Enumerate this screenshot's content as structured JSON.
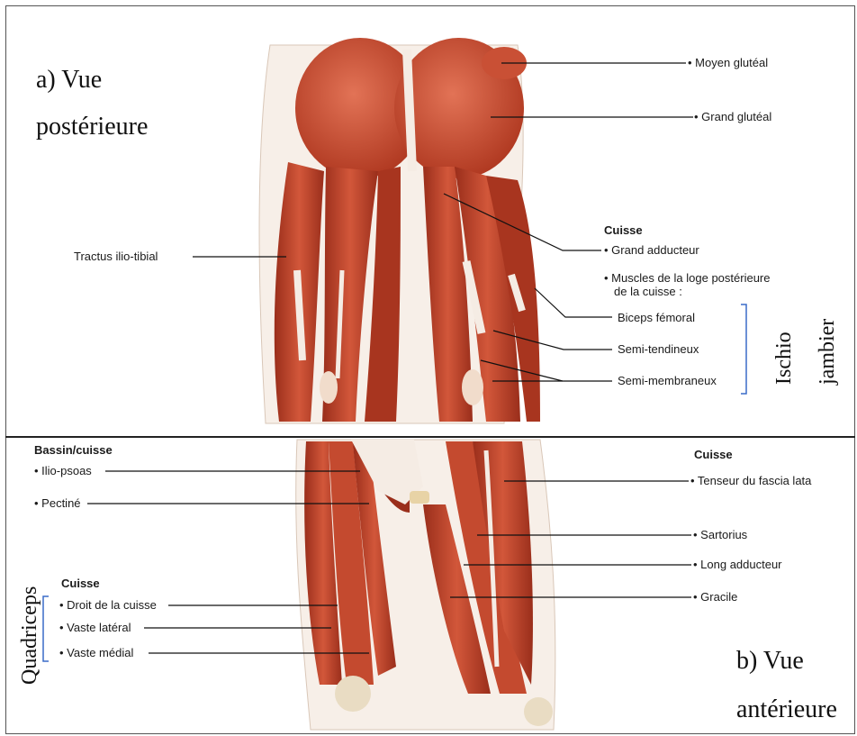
{
  "colors": {
    "muscle": "#c1412a",
    "muscle_dark": "#8d2716",
    "muscle_light": "#e0785c",
    "tendon": "#f3ece6",
    "bracket": "#3a6cc9",
    "line": "#111111"
  },
  "posterior": {
    "title_line1": "a) Vue",
    "title_line2": "postérieure",
    "section_heading": "Cuisse",
    "labels": {
      "moyen_gluteal": "• Moyen glutéal",
      "grand_gluteal": "• Grand glutéal",
      "tractus": "Tractus ilio-tibial",
      "grand_adducteur": "• Grand adducteur",
      "loge_line1": "• Muscles de la loge postérieure",
      "loge_line2": "de la cuisse :",
      "biceps": "Biceps fémoral",
      "semi_tendineux": "Semi-tendineux",
      "semi_membraneux": "Semi-membraneux"
    },
    "bracket_word1": "Ischio",
    "bracket_word2": "jambier"
  },
  "anterior": {
    "title_line1": "b) Vue",
    "title_line2": "antérieure",
    "left_heading": "Bassin/cuisse",
    "right_heading": "Cuisse",
    "quad_heading": "Cuisse",
    "labels": {
      "ilio_psoas": "• Ilio-psoas",
      "pectine": "• Pectiné",
      "droit": "• Droit de la cuisse",
      "vaste_lateral": "• Vaste latéral",
      "vaste_medial": "• Vaste médial",
      "tenseur": "• Tenseur du fascia lata",
      "sartorius": "• Sartorius",
      "long_adducteur": "• Long adducteur",
      "gracile": "• Gracile"
    },
    "bracket_word": "Quadriceps"
  }
}
